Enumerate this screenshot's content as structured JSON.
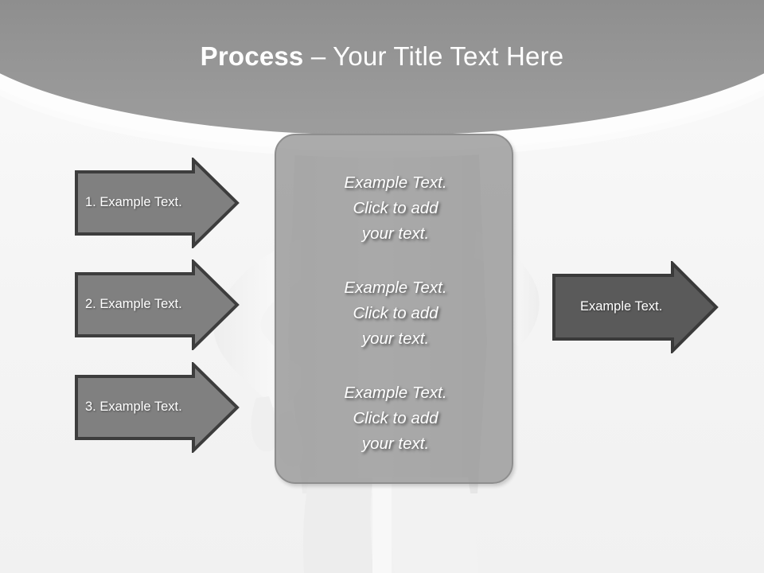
{
  "slide": {
    "title_bold": "Process",
    "title_rest": " – Your Title Text Here",
    "accent_header_top": "#6e6e6e",
    "accent_header_bottom": "#9d9d9d",
    "background_color": "#f5f5f5"
  },
  "left_arrows": [
    {
      "label": "1. Example Text.",
      "fill": "#808080",
      "stroke": "#3d3d3d"
    },
    {
      "label": "2. Example Text.",
      "fill": "#808080",
      "stroke": "#3d3d3d"
    },
    {
      "label": "3. Example Text.",
      "fill": "#808080",
      "stroke": "#3d3d3d"
    }
  ],
  "center_panel": {
    "fill": "#969696",
    "stroke": "#8e8e8e",
    "blocks": [
      {
        "line1": "Example Text.",
        "line2": "Click  to add",
        "line3": "your text."
      },
      {
        "line1": "Example Text.",
        "line2": "Click  to add",
        "line3": "your text."
      },
      {
        "line1": "Example Text.",
        "line2": "Click  to add",
        "line3": "your text."
      }
    ]
  },
  "right_arrow": {
    "label": "Example Text.",
    "fill": "#5a5a5a",
    "stroke": "#3a3a3a"
  }
}
